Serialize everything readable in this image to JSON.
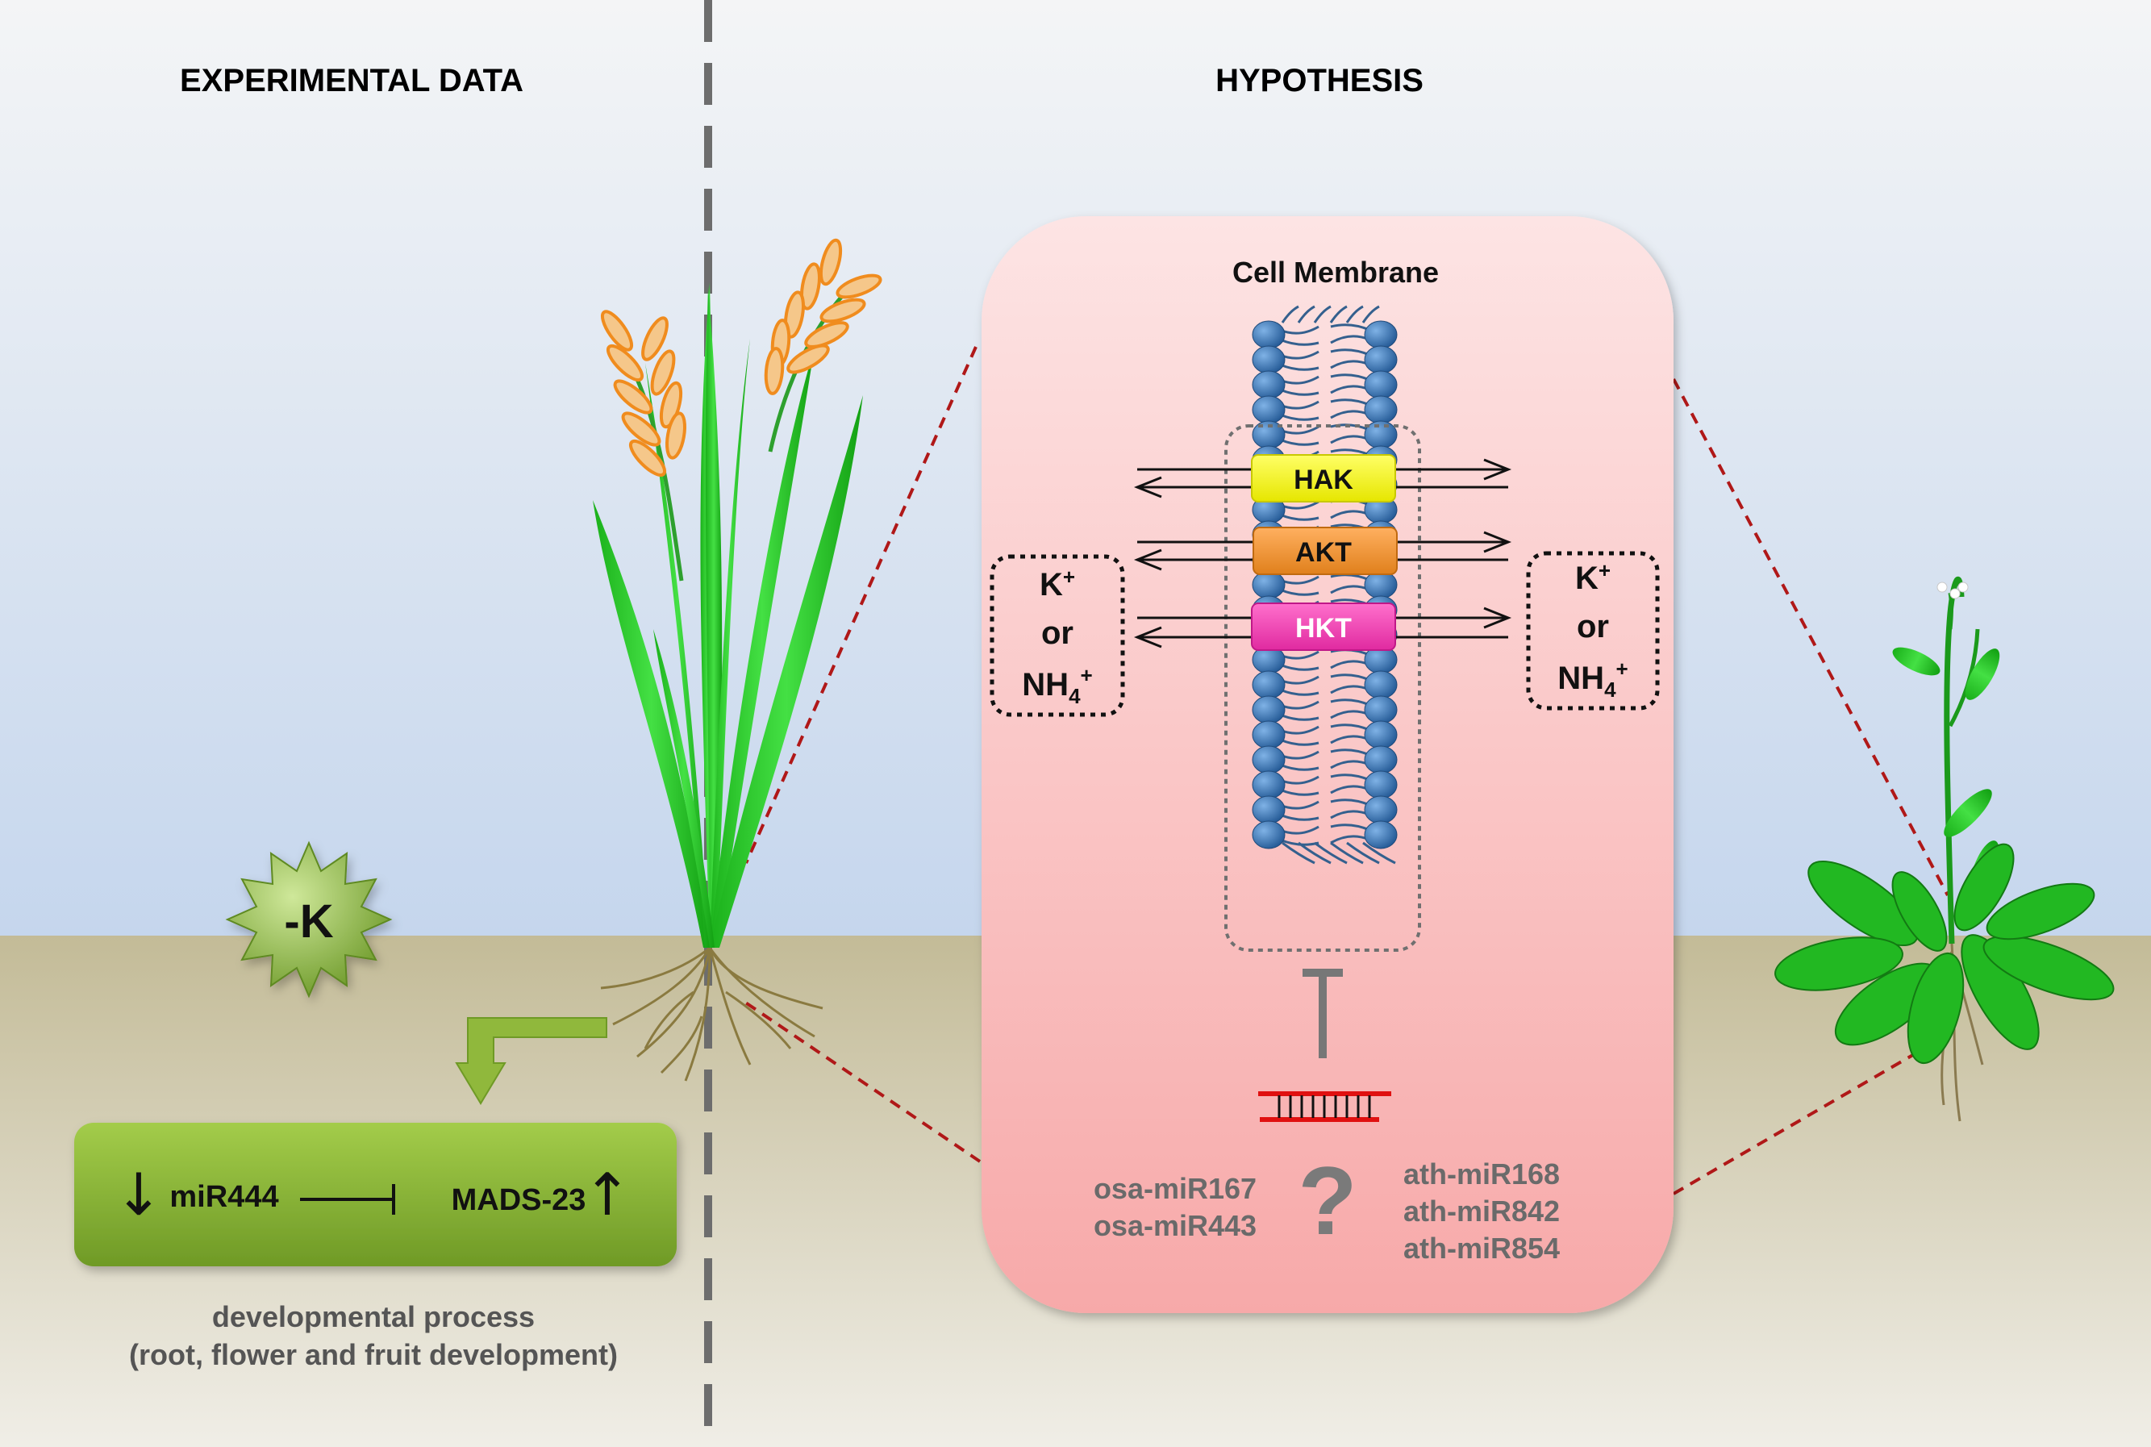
{
  "panels": {
    "left_title": "EXPERIMENTAL DATA",
    "right_title": "HYPOTHESIS"
  },
  "stress": {
    "label": "-K"
  },
  "regulation": {
    "down_arrow": "↓",
    "mirna": "miR444",
    "target": "MADS-23",
    "up_arrow": "↑",
    "caption_line1": "developmental process",
    "caption_line2": "(root, flower and fruit development)"
  },
  "membrane": {
    "title": "Cell Membrane",
    "transporters": [
      {
        "name": "HAK",
        "color": "#ffff00"
      },
      {
        "name": "AKT",
        "color": "#f0902a"
      },
      {
        "name": "HKT",
        "color": "#f03cb4"
      }
    ],
    "ion_left": {
      "k": "K",
      "k_sup": "+",
      "or": "or",
      "nh": "NH",
      "nh_sub": "4",
      "nh_sup": "+"
    },
    "ion_right": {
      "k": "K",
      "k_sup": "+",
      "or": "or",
      "nh": "NH",
      "nh_sub": "4",
      "nh_sup": "+"
    }
  },
  "mirnas": {
    "rice": [
      "osa-miR167",
      "osa-miR443"
    ],
    "question": "?",
    "arabidopsis": [
      "ath-miR168",
      "ath-miR842",
      "ath-miR854"
    ]
  },
  "colors": {
    "sky_top": "#f2f3f5",
    "sky_bottom": "#c6d6ec",
    "soil_top": "#c4bc98",
    "soil_bottom": "#efede6",
    "panel_top": "#fde2e2",
    "panel_bottom": "#f8a8a8",
    "lipid_head": "#3a73b2",
    "mirna_red": "#e01010",
    "green_box": "#8ab834",
    "dashed_red": "#b01818"
  }
}
